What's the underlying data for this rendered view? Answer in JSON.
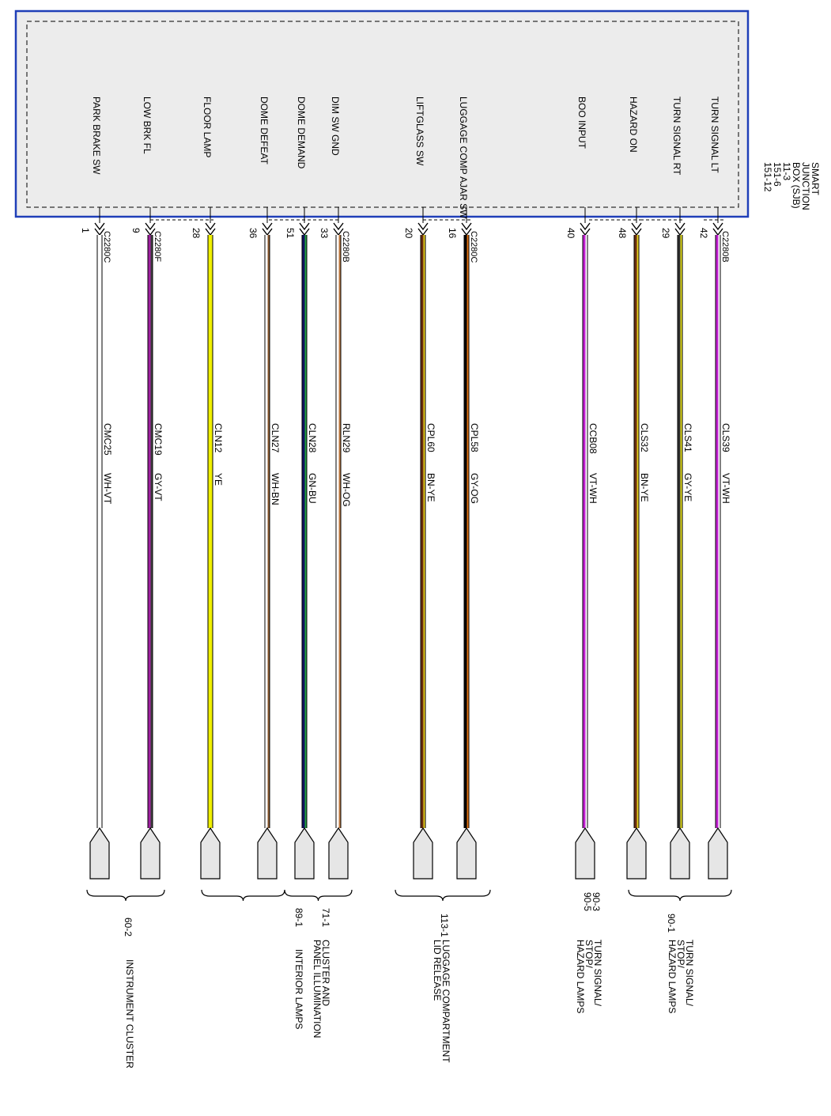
{
  "module": {
    "name_lines": [
      "SMART",
      "JUNCTION",
      "BOX (SJB)",
      "11-3",
      "151-6",
      "151-12"
    ]
  },
  "colors": {
    "box_border": "#1f3fb8",
    "box_fill": "#ececec",
    "connector_fill": "#e6e6e6"
  },
  "circuits": [
    {
      "function": "TURN SIGNAL LT",
      "connector": "C2280B",
      "pin": "42",
      "circuit": "CLS39",
      "wire_color": "VT-WH",
      "c1": "#c020d0",
      "c2": "#ffffff"
    },
    {
      "function": "TURN SIGNAL RT",
      "connector": "",
      "pin": "29",
      "circuit": "CLS41",
      "wire_color": "GY-YE",
      "c1": "#303030",
      "c2": "#e6e020"
    },
    {
      "function": "HAZARD ON",
      "connector": "",
      "pin": "48",
      "circuit": "CLS32",
      "wire_color": "BN-YE",
      "c1": "#6a2e10",
      "c2": "#e6d020"
    },
    {
      "function": "BOO INPUT",
      "connector": "",
      "pin": "40",
      "circuit": "CCB08",
      "wire_color": "VT-WH",
      "c1": "#c020d0",
      "c2": "#ffffff"
    },
    {
      "function": "LUGGAGE COMP AJAR SW",
      "connector": "C2280C",
      "pin": "16",
      "circuit": "CPL58",
      "wire_color": "GY-OG",
      "c1": "#000000",
      "c2": "#e07010"
    },
    {
      "function": "LIFTGLASS SW",
      "connector": "",
      "pin": "20",
      "circuit": "CPL60",
      "wire_color": "BN-YE",
      "c1": "#6a2e10",
      "c2": "#e6d020"
    },
    {
      "function": "DIM SW GND",
      "connector": "C2280B",
      "pin": "33",
      "circuit": "RLN29",
      "wire_color": "WH-OG",
      "c1": "#ffffff",
      "c2": "#c07a40"
    },
    {
      "function": "DOME DEMAND",
      "connector": "",
      "pin": "51",
      "circuit": "CLN28",
      "wire_color": "GN-BU",
      "c1": "#101060",
      "c2": "#20a040"
    },
    {
      "function": "DOME DEFEAT",
      "connector": "",
      "pin": "36",
      "circuit": "CLN27",
      "wire_color": "WH-BN",
      "c1": "#ffffff",
      "c2": "#8a5a30"
    },
    {
      "function": "FLOOR LAMP",
      "connector": "",
      "pin": "28",
      "circuit": "CLN12",
      "wire_color": "YE",
      "c1": "#f0f000",
      "c2": "#f0f000"
    },
    {
      "function": "LOW BRK FL",
      "connector": "C2280F",
      "pin": "9",
      "circuit": "CMC19",
      "wire_color": "GY-VT",
      "c1": "#a020a0",
      "c2": "#404040"
    },
    {
      "function": "PARK BRAKE SW",
      "connector": "C2280C",
      "pin": "1",
      "circuit": "CMC25",
      "wire_color": "WH-VT",
      "c1": "#ffffff",
      "c2": "#ffffff"
    }
  ],
  "destinations": [
    {
      "refs": [
        "90-1"
      ],
      "name_lines": [
        "TURN SIGNAL/",
        "STOP/",
        "HAZARD LAMPS"
      ]
    },
    {
      "refs": [
        "90-3",
        "90-5"
      ],
      "name_lines": [
        "TURN SIGNAL/",
        "STOP/",
        "HAZARD LAMPS"
      ]
    },
    {
      "refs": [
        "113-1"
      ],
      "name_lines": [
        "LUGGAGE COMPARTMENT",
        "LID RELEASE"
      ]
    },
    {
      "refs": [
        "71-1"
      ],
      "name_lines": [
        "CLUSTER AND",
        "PANEL ILLUMINATION"
      ]
    },
    {
      "refs": [
        "89-1"
      ],
      "name_lines": [
        "INTERIOR LAMPS"
      ]
    },
    {
      "refs": [
        "60-2"
      ],
      "name_lines": [
        "INSTRUMENT CLUSTER"
      ]
    }
  ]
}
